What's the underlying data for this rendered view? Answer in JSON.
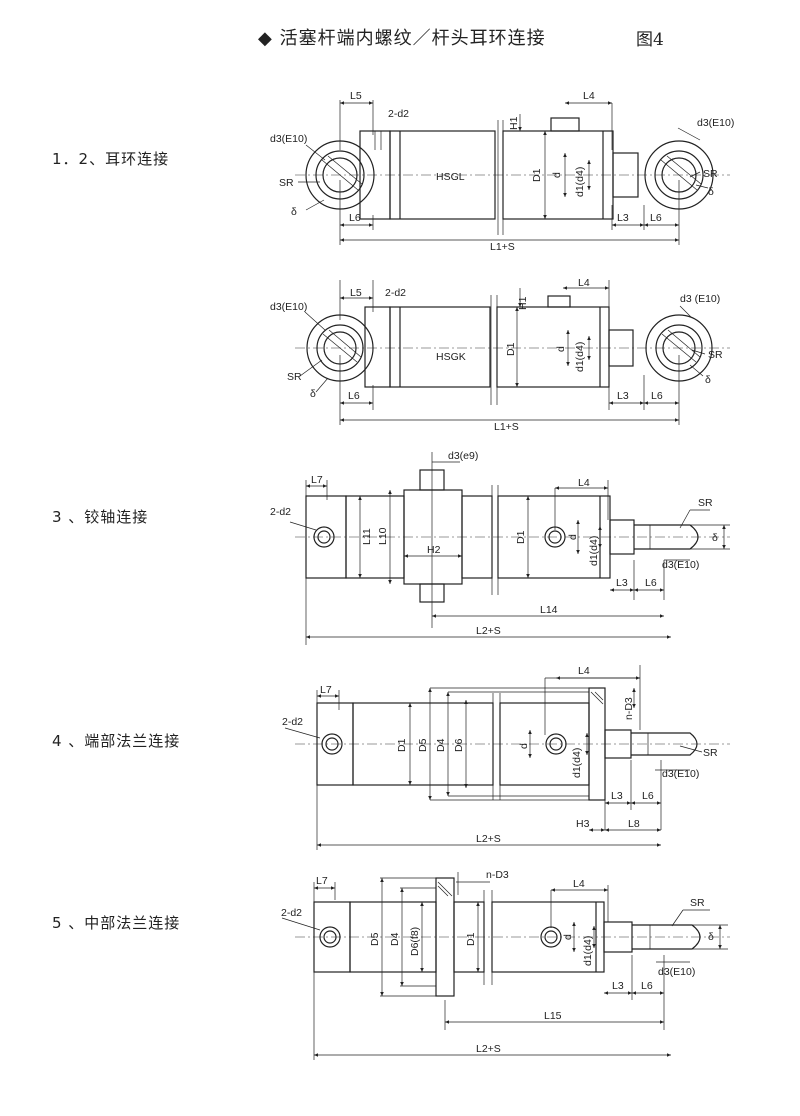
{
  "header": {
    "title": "◆ 活塞杆端内螺纹／杆头耳环连接",
    "figure": "图4"
  },
  "sections": [
    {
      "label": "1．2、耳环连接",
      "model": "HSGL",
      "dims": {
        "L5": "L5",
        "d2": "2-d2",
        "L4": "L4",
        "H1": "H1",
        "d3_left": "d3(E10)",
        "d3_right": "d3(E10)",
        "SR_left": "SR",
        "SR_right": "SR",
        "delta_left": "δ",
        "delta_right": "δ",
        "D1": "D1",
        "d": "d",
        "d1": "d1(d4)",
        "L6_left": "L6",
        "L3": "L3",
        "L6_right": "L6",
        "total": "L1+S"
      }
    },
    {
      "label": "",
      "model": "HSGK",
      "dims": {
        "L5": "L5",
        "d2": "2-d2",
        "L4": "L4",
        "H1": "H1",
        "d3_left": "d3(E10)",
        "d3_right": "d3 (E10)",
        "SR_left": "SR",
        "SR_right": "SR",
        "delta_left": "δ",
        "delta_right": "δ",
        "D1": "D1",
        "d": "d",
        "d1": "d1(d4)",
        "L6_left": "L6",
        "L3": "L3",
        "L6_right": "L6",
        "total": "L1+S"
      }
    },
    {
      "label": "3 、铰轴连接",
      "dims": {
        "L7": "L7",
        "d3e9": "d3(e9)",
        "L4": "L4",
        "d2": "2-d2",
        "L11": "L11",
        "L10": "L10",
        "H2": "H2",
        "D1": "D1",
        "d": "d",
        "d1": "d1(d4)",
        "SR": "SR",
        "delta": "δ",
        "d3": "d3(E10)",
        "L3": "L3",
        "L6": "L6",
        "L14": "L14",
        "total": "L2+S"
      }
    },
    {
      "label": "4 、端部法兰连接",
      "dims": {
        "L7": "L7",
        "L4": "L4",
        "nD3": "n-D3",
        "d2": "2-d2",
        "D1": "D1",
        "D5": "D5",
        "D4": "D4",
        "D6": "D6",
        "d": "d",
        "d1": "d1(d4)",
        "SR": "SR",
        "d3": "d3(E10)",
        "L3": "L3",
        "L6": "L6",
        "H3": "H3",
        "L8": "L8",
        "total": "L2+S"
      }
    },
    {
      "label": "5 、中部法兰连接",
      "dims": {
        "L7": "L7",
        "nD3": "n-D3",
        "L4": "L4",
        "SR": "SR",
        "d2": "2-d2",
        "D5": "D5",
        "D4": "D4",
        "D6": "D6(f8)",
        "D1": "D1",
        "d": "d",
        "d1": "d1(d4)",
        "delta": "δ",
        "d3": "d3(E10)",
        "L3": "L3",
        "L6": "L6",
        "L15": "L15",
        "total": "L2+S"
      }
    }
  ]
}
